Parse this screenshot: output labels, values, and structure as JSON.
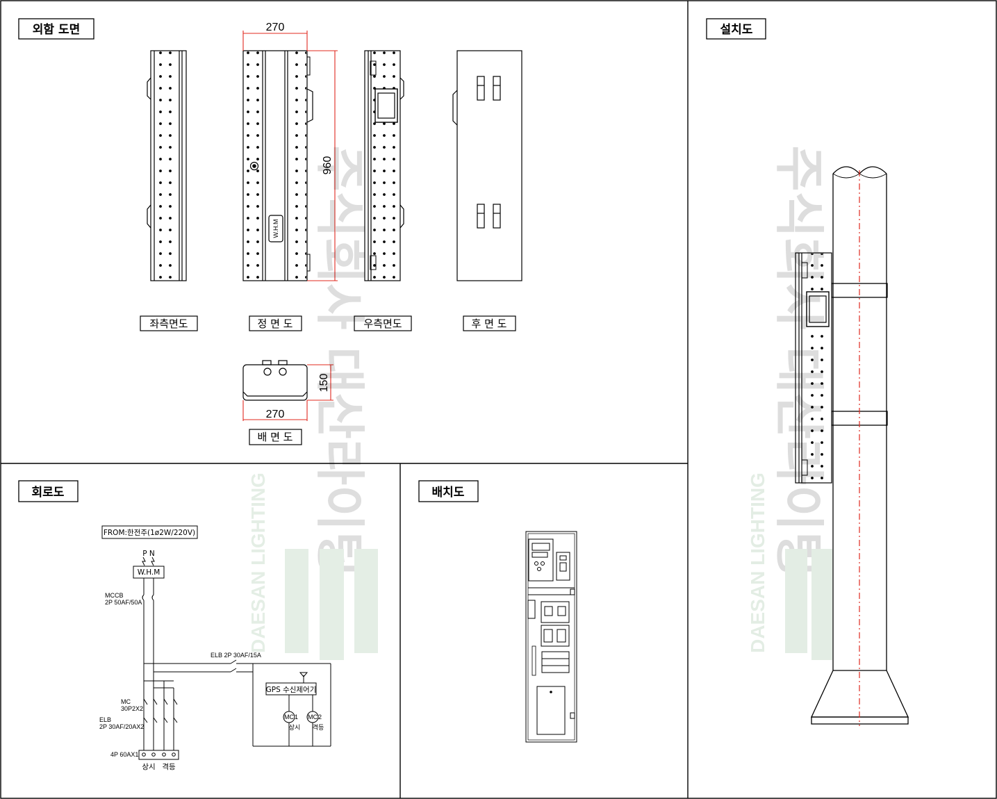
{
  "sections": {
    "outline": "외함 도면",
    "install": "설치도",
    "circuit": "회로도",
    "layout": "배치도"
  },
  "outline_views": {
    "left": "좌측면도",
    "front": "정 면 도",
    "right": "우측면도",
    "rear": "후 면 도",
    "bottom": "배 면 도"
  },
  "dimensions": {
    "front_width": "270",
    "front_height": "960",
    "bottom_width": "270",
    "bottom_depth": "150"
  },
  "front_label": "W.H.M",
  "circuit": {
    "source": "FROM:한전주(1ø2W/220V)",
    "phases": "P N",
    "whm": "W.H.M",
    "mccb_1": "MCCB",
    "mccb_2": "2P 50AF/50A",
    "elb_main": "ELB 2P 30AF/15A",
    "gps": "GPS 수신제어기",
    "mc_label": "MC",
    "mc_1": "1",
    "mc_2": "2",
    "mc_1_name": "상시",
    "mc_2_name": "격등",
    "mc_spec_1": "MC",
    "mc_spec_2": "30P2X2",
    "elb_spec_1": "ELB",
    "elb_spec_2": "2P 30AF/20AX2",
    "terminal": "4P 60AX1",
    "out_1": "상시",
    "out_2": "격등"
  },
  "watermark": {
    "korean": "주식회사 대산라이팅",
    "english": "DAESAN LIGHTING"
  },
  "colors": {
    "line": "#000000",
    "dimension": "#e0281e",
    "watermark": "#2e7a3a"
  }
}
